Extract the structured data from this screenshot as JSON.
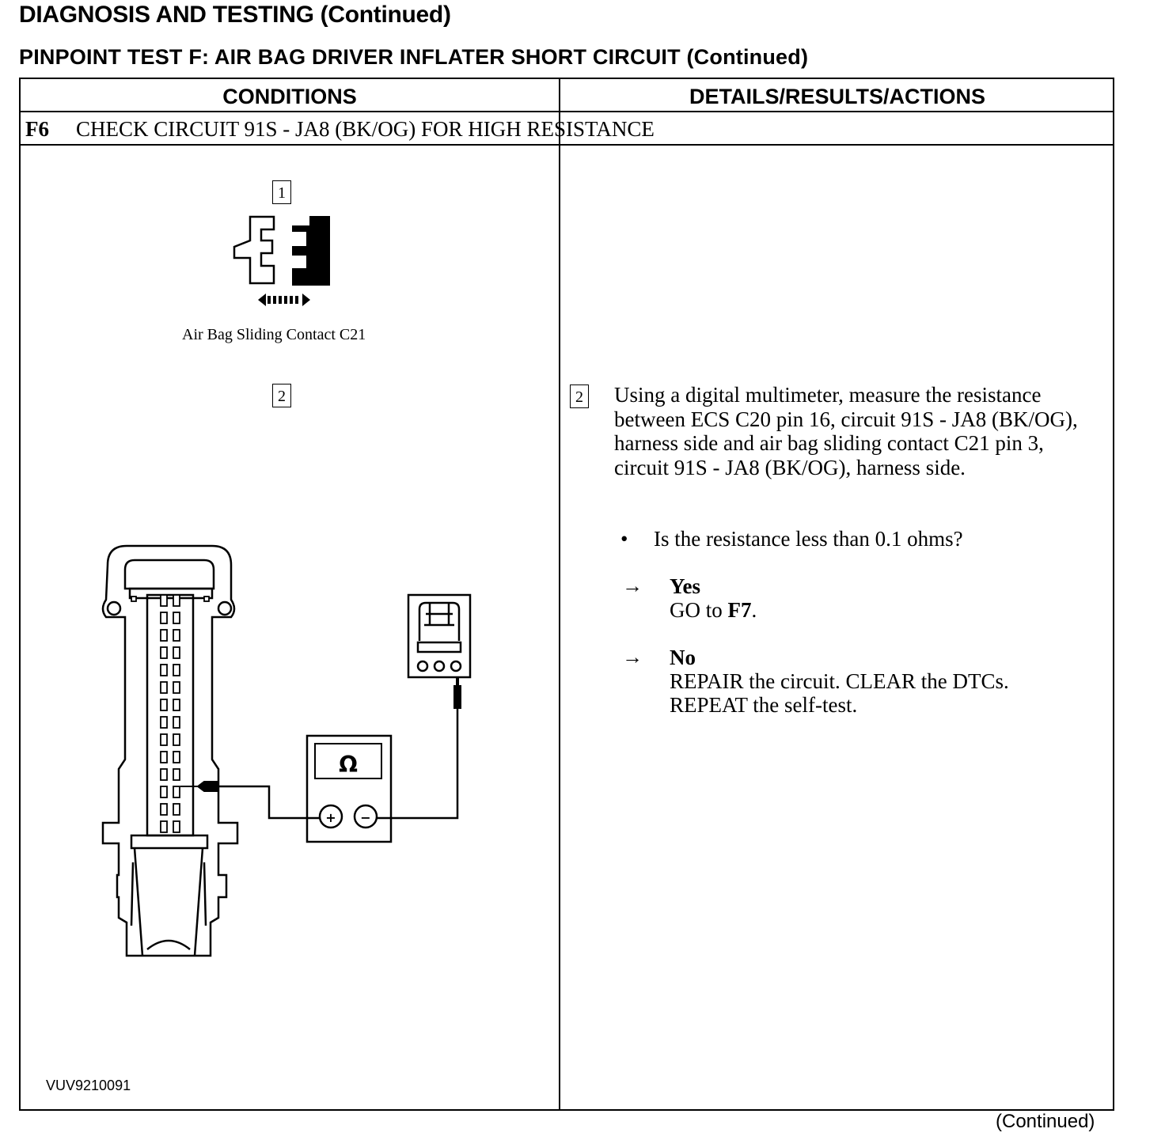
{
  "header": {
    "title": "DIAGNOSIS AND TESTING (Continued)",
    "subtitle": "PINPOINT TEST F:  AIR BAG DRIVER INFLATER SHORT CIRCUIT (Continued)"
  },
  "table": {
    "col_conditions": "CONDITIONS",
    "col_details": "DETAILS/RESULTS/ACTIONS",
    "step_id": "F6",
    "step_title": "CHECK CIRCUIT 91S - JA8 (BK/OG) FOR HIGH RESISTANCE"
  },
  "conditions": {
    "step1_num": "1",
    "step1_caption": "Air Bag Sliding Contact C21",
    "step2_num": "2",
    "meter_symbol": "Ω",
    "meter_plus": "+",
    "meter_minus": "−",
    "figure_code": "VUV9210091"
  },
  "details": {
    "step_num": "2",
    "instruction": "Using a digital multimeter, measure the resistance between ECS C20 pin 16, circuit 91S - JA8 (BK/OG), harness side and air bag sliding contact C21 pin 3, circuit 91S - JA8 (BK/OG), harness side.",
    "bullet": "•",
    "question": "Is the resistance less than 0.1 ohms?",
    "arrow": "→",
    "yes_label": "Yes",
    "yes_action_prefix": "GO to ",
    "yes_action_target": "F7",
    "yes_action_suffix": ".",
    "no_label": "No",
    "no_action_line1": "REPAIR the circuit. CLEAR the DTCs.",
    "no_action_line2": "REPEAT the self-test."
  },
  "footer": {
    "continued": "(Continued)"
  }
}
